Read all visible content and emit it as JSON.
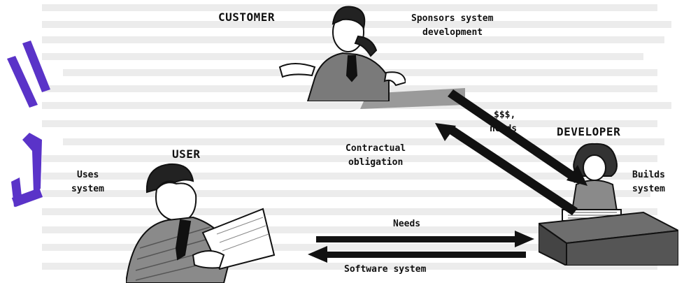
{
  "roles": {
    "customer": "CUSTOMER",
    "user": "USER",
    "developer": "DEVELOPER"
  },
  "customer_note": [
    "Sponsors system",
    "development"
  ],
  "user_note": [
    "Uses",
    "system"
  ],
  "developer_note": [
    "Builds",
    "system"
  ],
  "flows": {
    "money": [
      "$$$,",
      "needs"
    ],
    "contract": [
      "Contractual",
      "obligation"
    ],
    "needs": "Needs",
    "software": "Software system"
  },
  "colors": {
    "ink": "#111111",
    "bleed": "#e6e6e6",
    "watermark": "#5a33c8"
  }
}
